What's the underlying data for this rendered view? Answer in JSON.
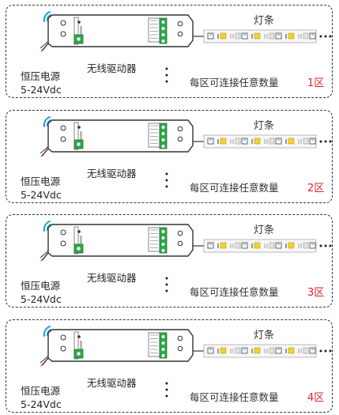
{
  "labels": {
    "power_supply": "恒压电源",
    "voltage": "5-24Vdc",
    "driver": "无线驱动器",
    "strip": "灯条",
    "count_per_zone": "每区可连接任意数量"
  },
  "zones": [
    {
      "label": "1区"
    },
    {
      "label": "2区"
    },
    {
      "label": "3区"
    },
    {
      "label": "4区"
    }
  ],
  "colors": {
    "zone_label": "#e0222a",
    "terminal_green": "#2fa84a",
    "wifi_blue": "#1e9ad6",
    "wire_red": "#d23b3b",
    "led_yellow": "#f2d22c",
    "led_white": "#e3e3e3"
  }
}
